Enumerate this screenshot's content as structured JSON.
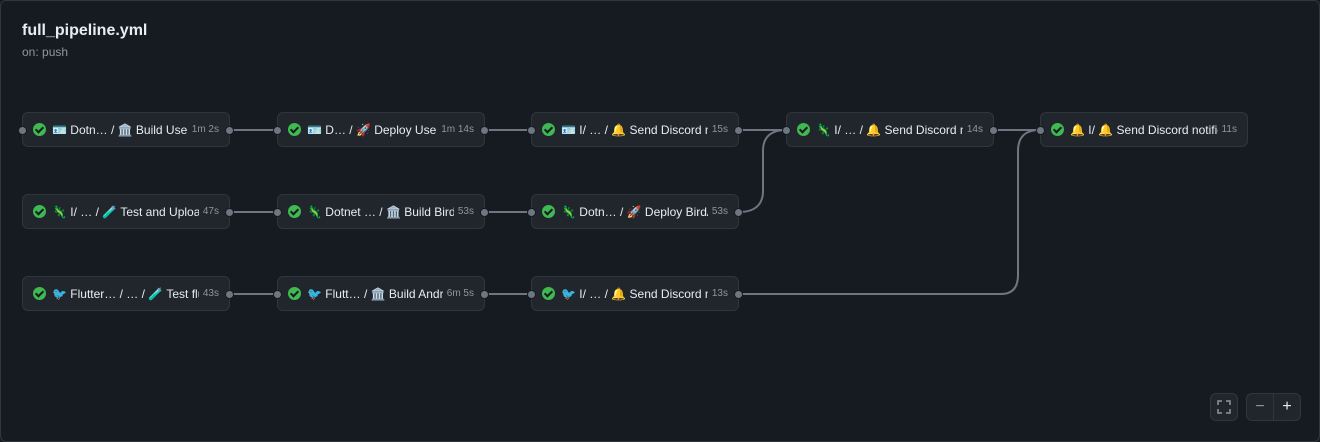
{
  "workflow": {
    "title": "full_pipeline.yml",
    "trigger": "on: push"
  },
  "jobs": [
    {
      "id": "j1",
      "name": "🪪 Dotn… / 🏛️ Build UserApi",
      "duration": "1m 2s",
      "status": "success"
    },
    {
      "id": "j2",
      "name": "🪪 D… / 🚀 Deploy UserApi",
      "duration": "1m 14s",
      "status": "success"
    },
    {
      "id": "j3",
      "name": "🪪 I/ … / 🔔 Send Discord n…",
      "duration": "15s",
      "status": "success"
    },
    {
      "id": "j4",
      "name": "🦎 I/ … / 🔔 Send Discord n…",
      "duration": "14s",
      "status": "success"
    },
    {
      "id": "j5",
      "name": "🔔 I/ 🔔 Send Discord notific…",
      "duration": "11s",
      "status": "success"
    },
    {
      "id": "j6",
      "name": "🦎 I/ … / 🧪 Test and Upload…",
      "duration": "47s",
      "status": "success"
    },
    {
      "id": "j7",
      "name": "🦎 Dotnet … / 🏛️ Build BirdApi",
      "duration": "53s",
      "status": "success"
    },
    {
      "id": "j8",
      "name": "🦎 Dotn… / 🚀 Deploy BirdApi",
      "duration": "53s",
      "status": "success"
    },
    {
      "id": "j9",
      "name": "🐦 Flutter… / … / 🧪 Test flutter",
      "duration": "43s",
      "status": "success"
    },
    {
      "id": "j10",
      "name": "🐦 Flutt… / 🏛️ Build Android",
      "duration": "6m 5s",
      "status": "success"
    },
    {
      "id": "j11",
      "name": "🐦 I/ … / 🔔 Send Discord n…",
      "duration": "13s",
      "status": "success"
    }
  ],
  "controls": {
    "fullscreen_icon": "fullscreen-icon",
    "zoom_out_label": "−",
    "zoom_in_label": "+"
  },
  "colors": {
    "background": "#161b22",
    "card": "#21262d",
    "border": "#30363d",
    "success": "#3fb950",
    "edge": "#6e7681"
  }
}
